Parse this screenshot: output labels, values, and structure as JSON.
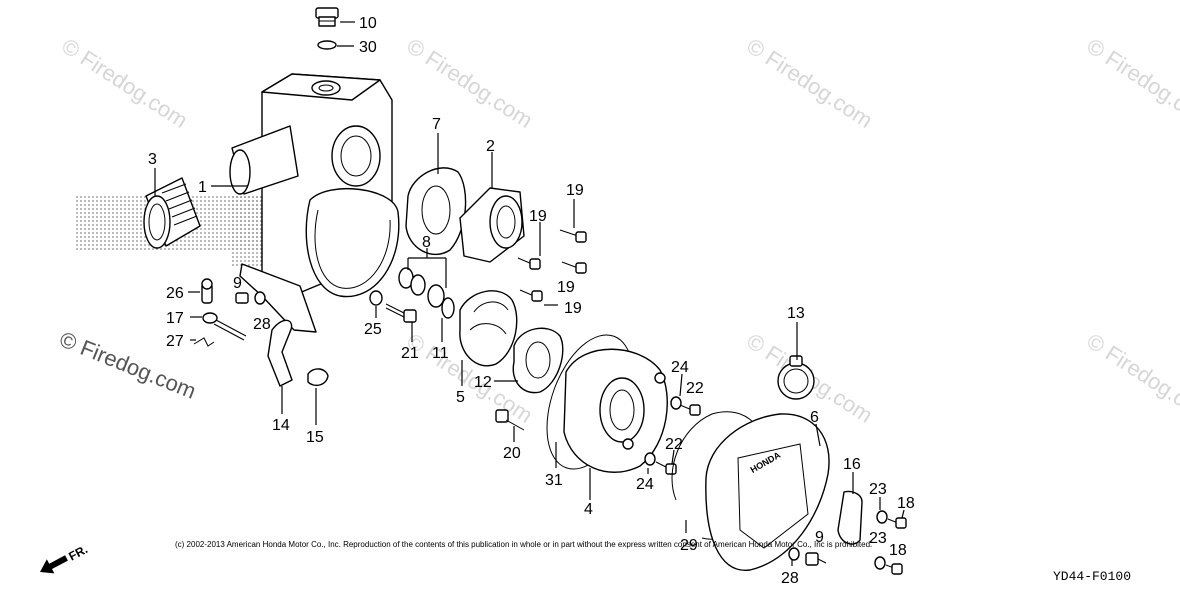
{
  "watermark": {
    "text": "© Firedog.com"
  },
  "callouts": [
    {
      "id": "c10",
      "text": "10"
    },
    {
      "id": "c30",
      "text": "30"
    },
    {
      "id": "c3",
      "text": "3"
    },
    {
      "id": "c1",
      "text": "1"
    },
    {
      "id": "c7",
      "text": "7"
    },
    {
      "id": "c2",
      "text": "2"
    },
    {
      "id": "c19a",
      "text": "19"
    },
    {
      "id": "c19b",
      "text": "19"
    },
    {
      "id": "c19c",
      "text": "19"
    },
    {
      "id": "c19d",
      "text": "19"
    },
    {
      "id": "c8",
      "text": "8"
    },
    {
      "id": "c26",
      "text": "26"
    },
    {
      "id": "c9a",
      "text": "9"
    },
    {
      "id": "c17",
      "text": "17"
    },
    {
      "id": "c28a",
      "text": "28"
    },
    {
      "id": "c27",
      "text": "27"
    },
    {
      "id": "c25",
      "text": "25"
    },
    {
      "id": "c21",
      "text": "21"
    },
    {
      "id": "c11",
      "text": "11"
    },
    {
      "id": "c12",
      "text": "12"
    },
    {
      "id": "c5",
      "text": "5"
    },
    {
      "id": "c14",
      "text": "14"
    },
    {
      "id": "c15",
      "text": "15"
    },
    {
      "id": "c13",
      "text": "13"
    },
    {
      "id": "c24a",
      "text": "24"
    },
    {
      "id": "c22a",
      "text": "22"
    },
    {
      "id": "c20",
      "text": "20"
    },
    {
      "id": "c22b",
      "text": "22"
    },
    {
      "id": "c24b",
      "text": "24"
    },
    {
      "id": "c31",
      "text": "31"
    },
    {
      "id": "c4",
      "text": "4"
    },
    {
      "id": "c6",
      "text": "6"
    },
    {
      "id": "c16",
      "text": "16"
    },
    {
      "id": "c23a",
      "text": "23"
    },
    {
      "id": "c18a",
      "text": "18"
    },
    {
      "id": "c9b",
      "text": "9"
    },
    {
      "id": "c23b",
      "text": "23"
    },
    {
      "id": "c18b",
      "text": "18"
    },
    {
      "id": "c29",
      "text": "29"
    },
    {
      "id": "c28b",
      "text": "28"
    }
  ],
  "direction_marker": "FR.",
  "cover_logo": "HONDA",
  "copyright": "(c) 2002-2013 American Honda Motor Co., Inc. Reproduction of the contents of this publication in whole or in part without the express written consent of American Honda Motor Co., Inc is prohibited.",
  "diagram_code": "YD44-F0100",
  "colors": {
    "ink": "#000000",
    "watermark": "#d6d6d6",
    "background": "#ffffff"
  }
}
